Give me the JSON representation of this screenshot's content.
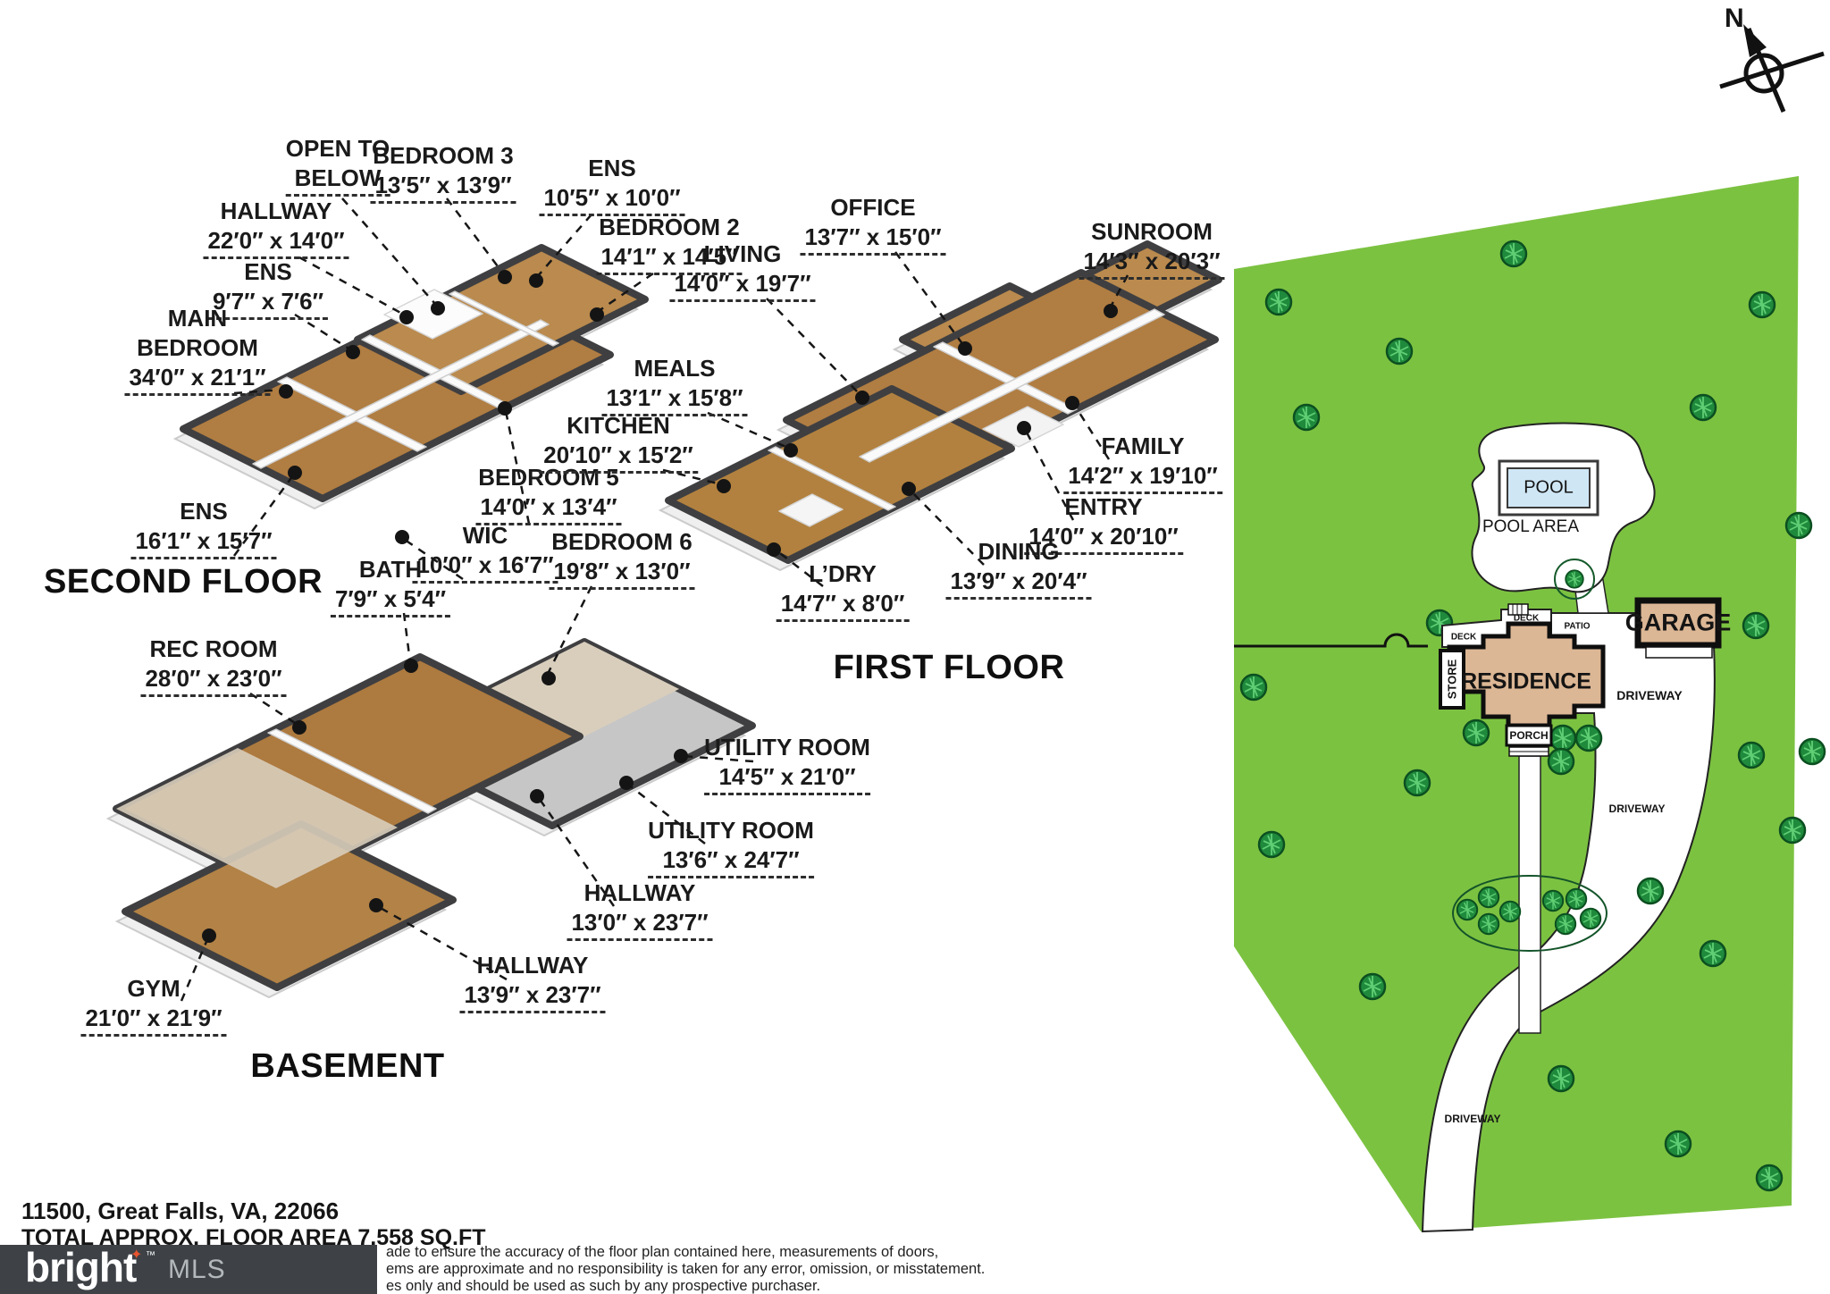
{
  "compass": {
    "label": "N"
  },
  "floors": {
    "second": {
      "title": "SECOND FLOOR",
      "rooms": {
        "open_below": {
          "n1": "OPEN TO",
          "n2": "BELOW",
          "d": ""
        },
        "bedroom3": {
          "n1": "BEDROOM 3",
          "d": "13′5″ x 13′9″"
        },
        "ens_top": {
          "n1": "ENS",
          "d": "10′5″ x 10′0″"
        },
        "hallway": {
          "n1": "HALLWAY",
          "d": "22′0″ x 14′0″"
        },
        "bedroom2": {
          "n1": "BEDROOM 2",
          "d": "14′1″ x 14′5″"
        },
        "ens_mid": {
          "n1": "ENS",
          "d": "9′7″ x 7′6″"
        },
        "main_bedroom": {
          "n1": "MAIN",
          "n2": "BEDROOM",
          "d": "34′0″ x 21′1″"
        },
        "ens_low": {
          "n1": "ENS",
          "d": "16′1″ x 15′7″"
        },
        "bedroom5": {
          "n1": "BEDROOM 5",
          "d": "14′0″ x 13′4″"
        },
        "wic": {
          "n1": "WIC",
          "d": "10′0″ x 16′7″"
        }
      }
    },
    "first": {
      "title": "FIRST FLOOR",
      "rooms": {
        "office": {
          "n1": "OFFICE",
          "d": "13′7″ x 15′0″"
        },
        "sunroom": {
          "n1": "SUNROOM",
          "d": "14′3″ x 20′3″"
        },
        "living": {
          "n1": "LIVING",
          "d": "14′0″ x 19′7″"
        },
        "meals": {
          "n1": "MEALS",
          "d": "13′1″ x 15′8″"
        },
        "kitchen": {
          "n1": "KITCHEN",
          "d": "20′10″ x 15′2″"
        },
        "family": {
          "n1": "FAMILY",
          "d": "14′2″ x 19′10″"
        },
        "entry": {
          "n1": "ENTRY",
          "d": "14′0″ x 20′10″"
        },
        "dining": {
          "n1": "DINING",
          "d": "13′9″ x 20′4″"
        },
        "laundry": {
          "n1": "L’DRY",
          "d": "14′7″ x 8′0″"
        }
      }
    },
    "basement": {
      "title": "BASEMENT",
      "rooms": {
        "bath": {
          "n1": "BATH",
          "d": "7′9″ x 5′4″"
        },
        "bedroom6": {
          "n1": "BEDROOM 6",
          "d": "19′8″ x 13′0″"
        },
        "rec_room": {
          "n1": "REC ROOM",
          "d": "28′0″ x 23′0″"
        },
        "utility1": {
          "n1": "UTILITY ROOM",
          "d": "14′5″ x 21′0″"
        },
        "utility2": {
          "n1": "UTILITY ROOM",
          "d": "13′6″ x 24′7″"
        },
        "hallway1": {
          "n1": "HALLWAY",
          "d": "13′0″ x 23′7″"
        },
        "hallway2": {
          "n1": "HALLWAY",
          "d": "13′9″ x 23′7″"
        },
        "gym": {
          "n1": "GYM",
          "d": "21′0″ x 21′9″"
        }
      }
    }
  },
  "site": {
    "pool": "POOL",
    "pool_area": "POOL AREA",
    "garage": "GARAGE",
    "residence": "RESIDENCE",
    "store": "STORE",
    "deck_left": "DECK",
    "deck_top": "DECK",
    "patio": "PATIO",
    "porch": "PORCH",
    "driveway_upper": "DRIVEWAY",
    "driveway_mid": "DRIVEWAY",
    "driveway_lower": "DRIVEWAY"
  },
  "footer": {
    "address": "11500, Great Falls, VA, 22066",
    "area": "TOTAL APPROX. FLOOR AREA 7,558 SQ.FT",
    "disclaimer1": "ade to ensure the accuracy of the floor plan contained here, measurements of doors,",
    "disclaimer2": "ems are approximate and no responsibility is taken for any error, omission, or misstatement.",
    "disclaimer3": "es only and should be used as such by any prospective purchaser."
  },
  "logo": {
    "brand": "bright",
    "star": "✦",
    "tm": "™",
    "suffix": "MLS"
  },
  "colors": {
    "lot_green": "#7cc241",
    "wood": "#b07d42",
    "wall_dark": "#3f3f41",
    "residence_tan": "#dcb795",
    "pool_blue": "#cfe6f5",
    "logo_bg": "#3e4247",
    "logo_star": "#e8542e"
  }
}
